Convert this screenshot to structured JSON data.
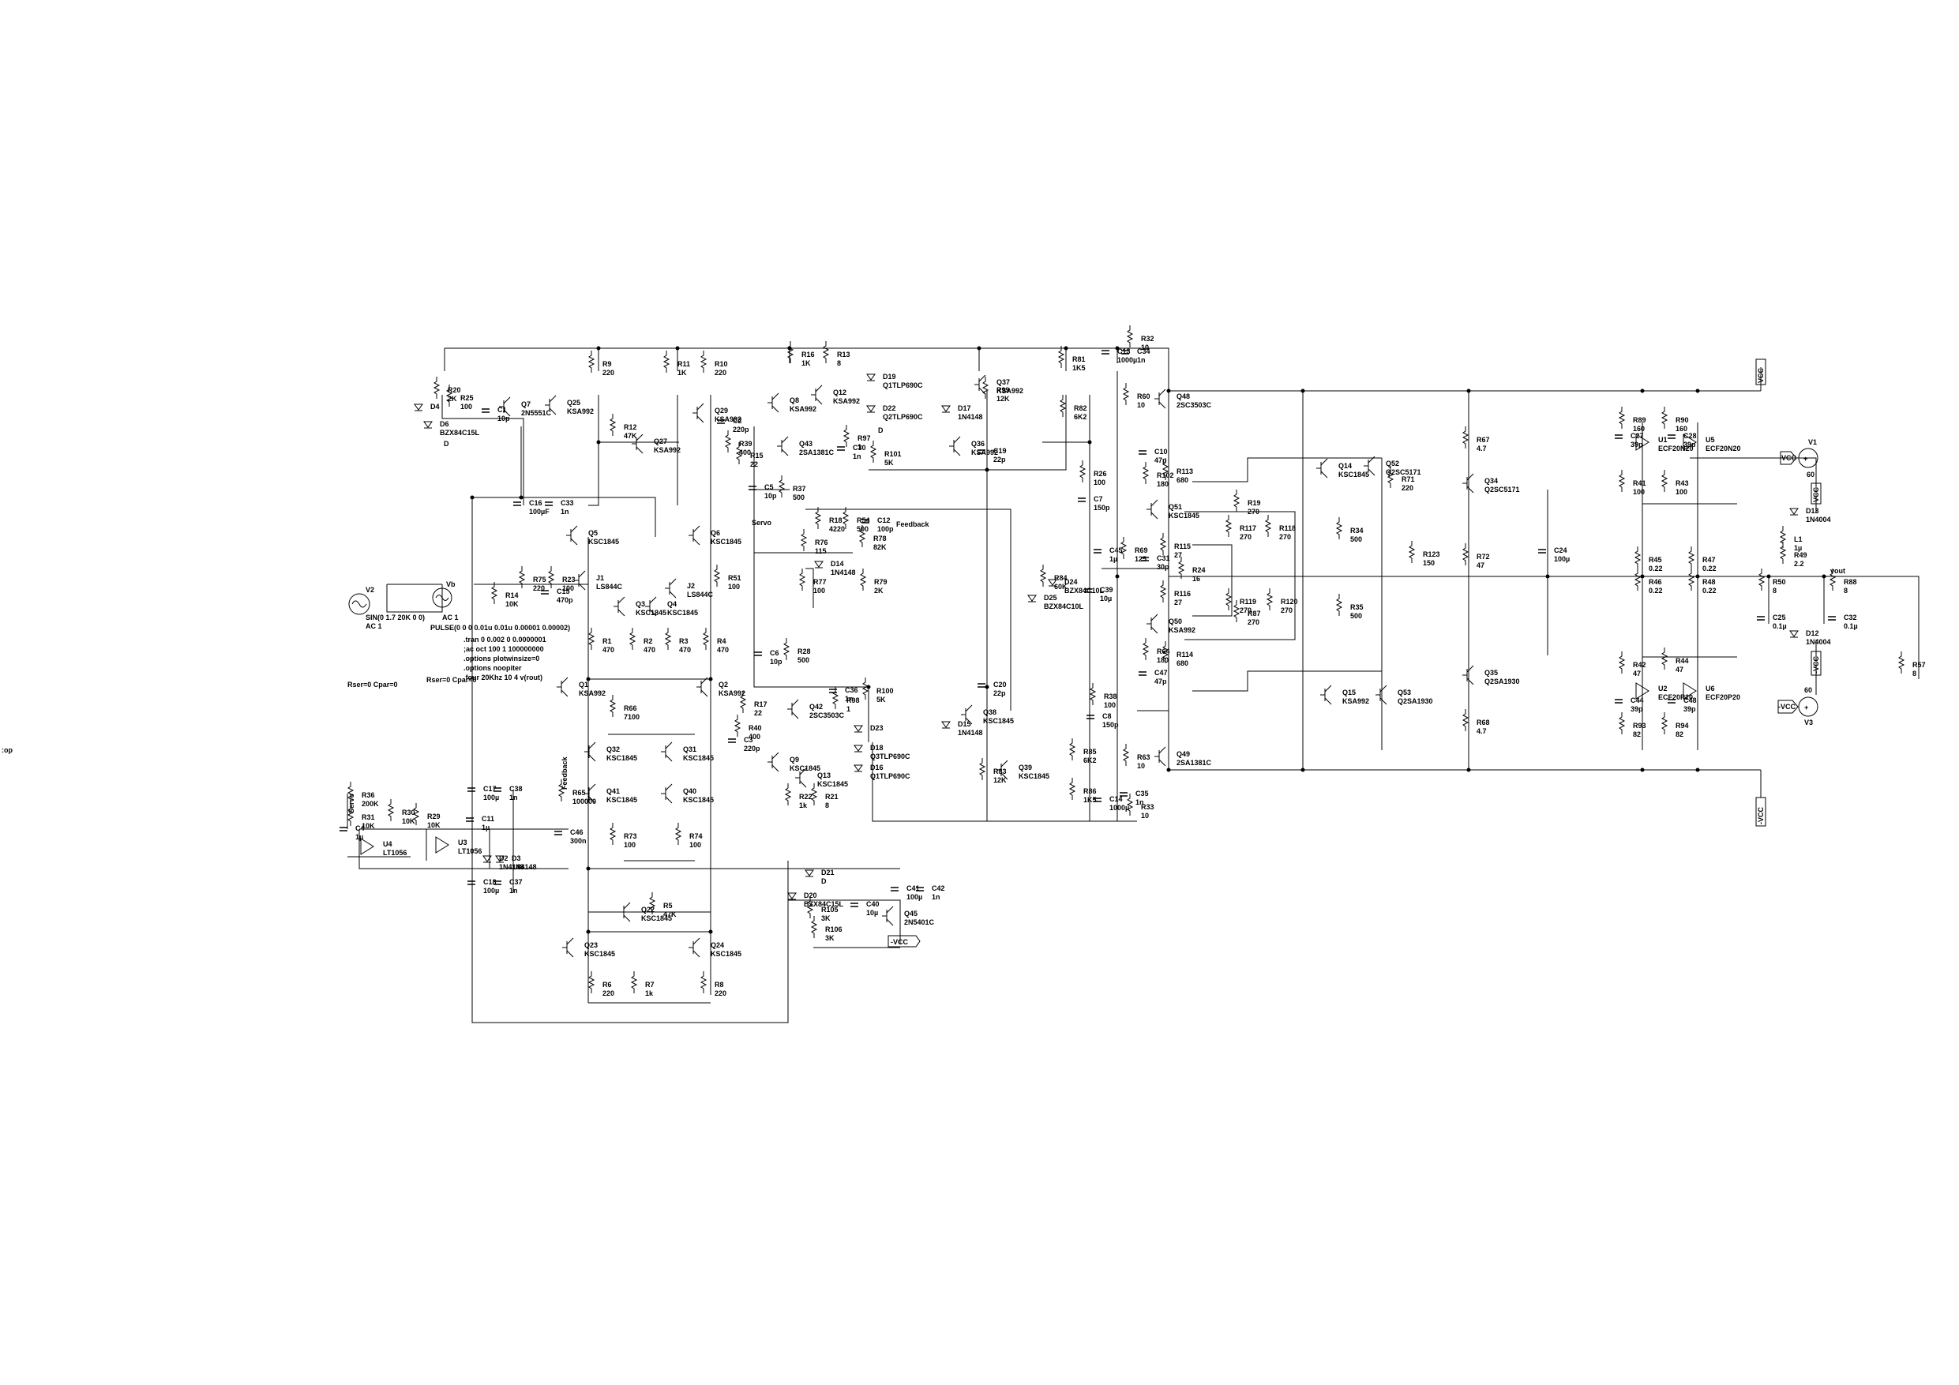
{
  "app": {
    "title": ""
  },
  "net_labels": {
    "servo": "Servo",
    "feedback": "Feedback",
    "vout": "vout",
    "vcc_pos": "VCC",
    "vcc_neg": "-VCC",
    "vcc_pos_box": "VCC",
    "vcc_neg_box": "-VCC",
    "d": "D",
    "op_fragment": ":op"
  },
  "sources": {
    "v2": {
      "name": "V2",
      "value": "SIN(0 1.7 20K 0 0)",
      "ac": "AC 1"
    },
    "vb": {
      "name": "Vb",
      "value": "PULSE(0 0 0 0.01u 0.01u 0.00001 0.00002)",
      "ac": "AC 1"
    },
    "v1": {
      "name": "V1",
      "value": "60"
    },
    "v3": {
      "name": "V3",
      "value": "60"
    }
  },
  "directives": [
    ".tran 0 0.002 0 0.0000001",
    ";ac oct 100 1 100000000",
    ".options plotwinsize=0",
    ".options noopiter",
    ".four 20Khz 10 4 v(rout)"
  ],
  "rser": {
    "a": "Rser=0 Cpar=0",
    "b": "Rser=0 Cpar=0"
  },
  "parts": [
    {
      "ref": "R20",
      "val": "2K"
    },
    {
      "ref": "R25",
      "val": "100"
    },
    {
      "ref": "D4",
      "val": ""
    },
    {
      "ref": "D6",
      "val": "BZX84C15L"
    },
    {
      "ref": "Q7",
      "val": "2N5551C"
    },
    {
      "ref": "C1",
      "val": "10p"
    },
    {
      "ref": "R9",
      "val": "220"
    },
    {
      "ref": "R11",
      "val": "1K"
    },
    {
      "ref": "R10",
      "val": "220"
    },
    {
      "ref": "Q25",
      "val": "KSA992"
    },
    {
      "ref": "Q27",
      "val": "KSA992"
    },
    {
      "ref": "Q29",
      "val": "KSA992"
    },
    {
      "ref": "R12",
      "val": "47K"
    },
    {
      "ref": "C2",
      "val": "220p"
    },
    {
      "ref": "R39",
      "val": "400"
    },
    {
      "ref": "R15",
      "val": "22"
    },
    {
      "ref": "R16",
      "val": "1K"
    },
    {
      "ref": "R13",
      "val": "8"
    },
    {
      "ref": "Q8",
      "val": "KSA992"
    },
    {
      "ref": "Q12",
      "val": "KSA992"
    },
    {
      "ref": "D19",
      "val": "Q1TLP690C"
    },
    {
      "ref": "D22",
      "val": "Q2TLP690C"
    },
    {
      "ref": "Q43",
      "val": "2SA1381C"
    },
    {
      "ref": "R97",
      "val": "1"
    },
    {
      "ref": "C30",
      "val": "1n"
    },
    {
      "ref": "R101",
      "val": "5K"
    },
    {
      "ref": "C16",
      "val": "100µF"
    },
    {
      "ref": "C33",
      "val": "1n"
    },
    {
      "ref": "C5",
      "val": "10p"
    },
    {
      "ref": "R37",
      "val": "500"
    },
    {
      "ref": "Q5",
      "val": "KSC1845"
    },
    {
      "ref": "Q6",
      "val": "KSC1845"
    },
    {
      "ref": "R18",
      "val": "4220"
    },
    {
      "ref": "R54",
      "val": "500"
    },
    {
      "ref": "C12",
      "val": "100p"
    },
    {
      "ref": "R76",
      "val": "115"
    },
    {
      "ref": "R78",
      "val": "82K"
    },
    {
      "ref": "D14",
      "val": "1N4148"
    },
    {
      "ref": "J1",
      "val": "LS844C"
    },
    {
      "ref": "J2",
      "val": "LS844C"
    },
    {
      "ref": "R51",
      "val": "100"
    },
    {
      "ref": "R14",
      "val": "10K"
    },
    {
      "ref": "R75",
      "val": "220"
    },
    {
      "ref": "R23",
      "val": "100"
    },
    {
      "ref": "C15",
      "val": "470p"
    },
    {
      "ref": "Q3",
      "val": "KSC1845"
    },
    {
      "ref": "Q4",
      "val": "KSC1845"
    },
    {
      "ref": "R77",
      "val": "100"
    },
    {
      "ref": "R79",
      "val": "2K"
    },
    {
      "ref": "R1",
      "val": "470"
    },
    {
      "ref": "R2",
      "val": "470"
    },
    {
      "ref": "R3",
      "val": "470"
    },
    {
      "ref": "R4",
      "val": "470"
    },
    {
      "ref": "C6",
      "val": "10p"
    },
    {
      "ref": "R28",
      "val": "500"
    },
    {
      "ref": "Q1",
      "val": "KSA992"
    },
    {
      "ref": "Q2",
      "val": "KSA992"
    },
    {
      "ref": "C36",
      "val": "1n"
    },
    {
      "ref": "R98",
      "val": "1"
    },
    {
      "ref": "R100",
      "val": "5K"
    },
    {
      "ref": "Q42",
      "val": "2SC3503C"
    },
    {
      "ref": "R66",
      "val": "7100"
    },
    {
      "ref": "R17",
      "val": "22"
    },
    {
      "ref": "R40",
      "val": "400"
    },
    {
      "ref": "C3",
      "val": "220p"
    },
    {
      "ref": "D23",
      "val": ""
    },
    {
      "ref": "D18",
      "val": "Q3TLP690C"
    },
    {
      "ref": "D16",
      "val": "Q1TLP690C"
    },
    {
      "ref": "Q32",
      "val": "KSC1845"
    },
    {
      "ref": "Q31",
      "val": "KSC1845"
    },
    {
      "ref": "Q9",
      "val": "KSC1845"
    },
    {
      "ref": "Q13",
      "val": "KSC1845"
    },
    {
      "ref": "Q41",
      "val": "KSC1845"
    },
    {
      "ref": "Q40",
      "val": "KSC1845"
    },
    {
      "ref": "R22",
      "val": "1k"
    },
    {
      "ref": "R21",
      "val": "8"
    },
    {
      "ref": "R36",
      "val": "200K"
    },
    {
      "ref": "R31",
      "val": "10K"
    },
    {
      "ref": "C4",
      "val": "1µ"
    },
    {
      "ref": "R30",
      "val": "10K"
    },
    {
      "ref": "R29",
      "val": "10K"
    },
    {
      "ref": "C17",
      "val": "100µ"
    },
    {
      "ref": "C38",
      "val": "1n"
    },
    {
      "ref": "C11",
      "val": "1µ"
    },
    {
      "ref": "R65",
      "val": "100000"
    },
    {
      "ref": "C46",
      "val": "300n"
    },
    {
      "ref": "U4",
      "val": "LT1056"
    },
    {
      "ref": "U3",
      "val": "LT1056"
    },
    {
      "ref": "D2",
      "val": "1N4148"
    },
    {
      "ref": "D3",
      "val": "1N4148"
    },
    {
      "ref": "R73",
      "val": "100"
    },
    {
      "ref": "R74",
      "val": "100"
    },
    {
      "ref": "C18",
      "val": "100µ"
    },
    {
      "ref": "C37",
      "val": "1n"
    },
    {
      "ref": "Q22",
      "val": "KSC1845"
    },
    {
      "ref": "R5",
      "val": "47K"
    },
    {
      "ref": "Q23",
      "val": "KSC1845"
    },
    {
      "ref": "Q24",
      "val": "KSC1845"
    },
    {
      "ref": "R6",
      "val": "220"
    },
    {
      "ref": "R7",
      "val": "1k"
    },
    {
      "ref": "R8",
      "val": "220"
    },
    {
      "ref": "D21",
      "val": "D"
    },
    {
      "ref": "D20",
      "val": "BZX84C15L"
    },
    {
      "ref": "R105",
      "val": "3K"
    },
    {
      "ref": "R106",
      "val": "3K"
    },
    {
      "ref": "C40",
      "val": "10µ"
    },
    {
      "ref": "C41",
      "val": "100µ"
    },
    {
      "ref": "C42",
      "val": "1n"
    },
    {
      "ref": "Q45",
      "val": "2N5401C"
    },
    {
      "ref": "Q37",
      "val": "KSA992"
    },
    {
      "ref": "R99",
      "val": "12K"
    },
    {
      "ref": "D17",
      "val": "1N4148"
    },
    {
      "ref": "Q36",
      "val": "KSA992"
    },
    {
      "ref": "C19",
      "val": "22p"
    },
    {
      "ref": "R81",
      "val": "1K5"
    },
    {
      "ref": "R82",
      "val": "6K2"
    },
    {
      "ref": "C13",
      "val": "1000µ"
    },
    {
      "ref": "C34",
      "val": "1n"
    },
    {
      "ref": "R32",
      "val": "10"
    },
    {
      "ref": "R84",
      "val": "60K"
    },
    {
      "ref": "D24",
      "val": "BZX84C10L"
    },
    {
      "ref": "D25",
      "val": "BZX84C10L"
    },
    {
      "ref": "R26",
      "val": "100"
    },
    {
      "ref": "C7",
      "val": "150p"
    },
    {
      "ref": "C39",
      "val": "10µ"
    },
    {
      "ref": "C20",
      "val": "22p"
    },
    {
      "ref": "Q38",
      "val": "KSC1845"
    },
    {
      "ref": "D15",
      "val": "1N4148"
    },
    {
      "ref": "Q39",
      "val": "KSC1845"
    },
    {
      "ref": "R83",
      "val": "12K"
    },
    {
      "ref": "R38",
      "val": "100"
    },
    {
      "ref": "C8",
      "val": "150p"
    },
    {
      "ref": "R85",
      "val": "6K2"
    },
    {
      "ref": "R86",
      "val": "1K5"
    },
    {
      "ref": "C14",
      "val": "1000µ"
    },
    {
      "ref": "C35",
      "val": "1n"
    },
    {
      "ref": "R33",
      "val": "10"
    },
    {
      "ref": "R60",
      "val": "10"
    },
    {
      "ref": "Q48",
      "val": "2SC3503C"
    },
    {
      "ref": "C10",
      "val": "47p"
    },
    {
      "ref": "R102",
      "val": "180"
    },
    {
      "ref": "R113",
      "val": "680"
    },
    {
      "ref": "Q51",
      "val": "KSC1845"
    },
    {
      "ref": "R115",
      "val": "27"
    },
    {
      "ref": "R69",
      "val": "125"
    },
    {
      "ref": "C45",
      "val": "1µ"
    },
    {
      "ref": "C31",
      "val": "30p"
    },
    {
      "ref": "R24",
      "val": "16"
    },
    {
      "ref": "R116",
      "val": "27"
    },
    {
      "ref": "Q50",
      "val": "KSA992"
    },
    {
      "ref": "R64",
      "val": "180"
    },
    {
      "ref": "R114",
      "val": "680"
    },
    {
      "ref": "C47",
      "val": "47p"
    },
    {
      "ref": "R63",
      "val": "10"
    },
    {
      "ref": "Q49",
      "val": "2SA1381C"
    },
    {
      "ref": "R19",
      "val": "270"
    },
    {
      "ref": "R117",
      "val": "270"
    },
    {
      "ref": "R118",
      "val": "270"
    },
    {
      "ref": "R119",
      "val": "270"
    },
    {
      "ref": "R87",
      "val": "270"
    },
    {
      "ref": "R120",
      "val": "270"
    },
    {
      "ref": "Q14",
      "val": "KSC1845"
    },
    {
      "ref": "R34",
      "val": "500"
    },
    {
      "ref": "R35",
      "val": "500"
    },
    {
      "ref": "Q15",
      "val": "KSA992"
    },
    {
      "ref": "Q52",
      "val": "Q2SC5171"
    },
    {
      "ref": "R71",
      "val": "220"
    },
    {
      "ref": "R123",
      "val": "150"
    },
    {
      "ref": "Q53",
      "val": "Q2SA1930"
    },
    {
      "ref": "R67",
      "val": "4.7"
    },
    {
      "ref": "Q34",
      "val": "Q2SC5171"
    },
    {
      "ref": "R72",
      "val": "47"
    },
    {
      "ref": "C24",
      "val": "100µ"
    },
    {
      "ref": "Q35",
      "val": "Q2SA1930"
    },
    {
      "ref": "R68",
      "val": "4.7"
    },
    {
      "ref": "R89",
      "val": "160"
    },
    {
      "ref": "C27",
      "val": "39p"
    },
    {
      "ref": "U1",
      "val": "ECF20N20"
    },
    {
      "ref": "R90",
      "val": "160"
    },
    {
      "ref": "C28",
      "val": "39p"
    },
    {
      "ref": "U5",
      "val": "ECF20N20"
    },
    {
      "ref": "R41",
      "val": "100"
    },
    {
      "ref": "R43",
      "val": "100"
    },
    {
      "ref": "R45",
      "val": "0.22"
    },
    {
      "ref": "R46",
      "val": "0.22"
    },
    {
      "ref": "R47",
      "val": "0.22"
    },
    {
      "ref": "R48",
      "val": "0.22"
    },
    {
      "ref": "R42",
      "val": "47"
    },
    {
      "ref": "R44",
      "val": "47"
    },
    {
      "ref": "C44",
      "val": "39p"
    },
    {
      "ref": "U2",
      "val": "ECF20P20"
    },
    {
      "ref": "C48",
      "val": "39p"
    },
    {
      "ref": "U6",
      "val": "ECF20P20"
    },
    {
      "ref": "R93",
      "val": "82"
    },
    {
      "ref": "R94",
      "val": "82"
    },
    {
      "ref": "D13",
      "val": "1N4004"
    },
    {
      "ref": "L1",
      "val": "1µ"
    },
    {
      "ref": "R49",
      "val": "2.2"
    },
    {
      "ref": "D12",
      "val": "1N4004"
    },
    {
      "ref": "R50",
      "val": "8"
    },
    {
      "ref": "C25",
      "val": "0.1µ"
    },
    {
      "ref": "R88",
      "val": "8"
    },
    {
      "ref": "C32",
      "val": "0.1µ"
    },
    {
      "ref": "R57",
      "val": "8"
    }
  ]
}
